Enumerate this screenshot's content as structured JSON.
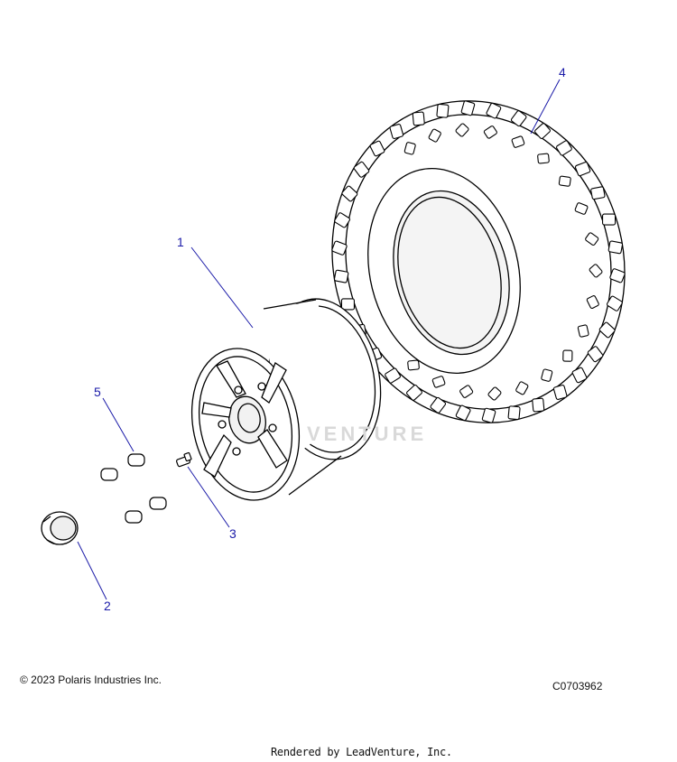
{
  "diagram": {
    "callouts": [
      {
        "id": "1",
        "part": "wheel"
      },
      {
        "id": "2",
        "part": "hub-cap"
      },
      {
        "id": "3",
        "part": "valve-stem"
      },
      {
        "id": "4",
        "part": "tire"
      },
      {
        "id": "5",
        "part": "lug-nuts"
      }
    ],
    "watermark": "VENTURE",
    "copyright": "© 2023 Polaris Industries Inc.",
    "figure_id": "C0703962",
    "rendered_by": "Rendered by LeadVenture, Inc.",
    "colors": {
      "line": "#000000",
      "callout": "#1a1aa8",
      "watermark": "#d9d9d9"
    }
  }
}
